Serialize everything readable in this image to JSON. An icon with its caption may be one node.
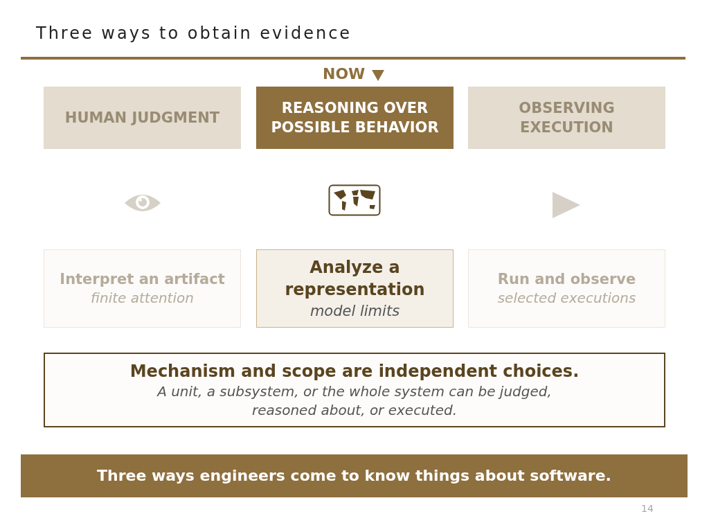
{
  "diagram": {
    "title": "Three ways to obtain evidence",
    "nodes": [
      {
        "text": [
          "HUMAN JUDGMENT"
        ]
      },
      {
        "text": [
          "REASONING OVER POSSIBLE BEHAVIOR"
        ]
      },
      {
        "text": [
          "OBSERVING EXECUTION"
        ]
      },
      {
        "text": [
          "Interpret an artifact",
          "finite attention"
        ]
      },
      {
        "text": [
          "Analyze a representation",
          "model limits"
        ]
      },
      {
        "text": [
          "Run and observe",
          "selected executions"
        ]
      },
      {
        "text": [
          "Mechanism and scope are independent choices.",
          "A unit, a subsystem, or the whole system can be judged, reasoned about, or executed."
        ]
      },
      {
        "text": [
          "Three ways engineers come to know things about software."
        ]
      }
    ],
    "edges": [],
    "labels": [
      "NOW",
      "14"
    ]
  }
}
